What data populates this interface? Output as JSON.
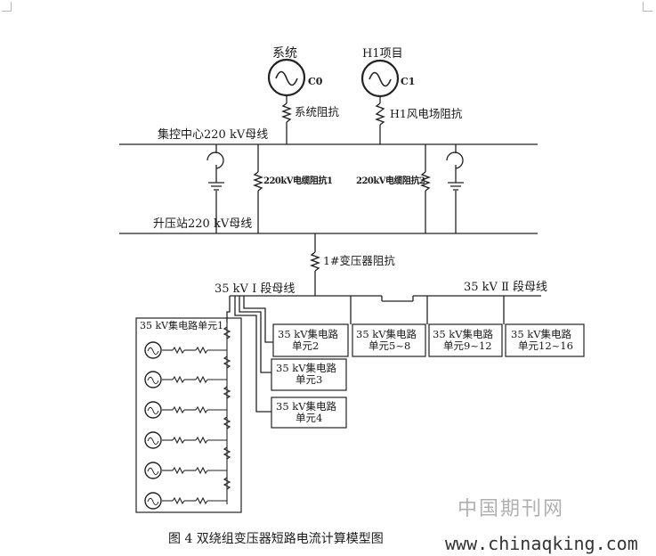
{
  "sources": {
    "system": {
      "label": "系统",
      "code": "C0",
      "impedance": "系统阻抗"
    },
    "project": {
      "label": "H1项目",
      "code": "C1",
      "impedance": "H1风电场阻抗"
    }
  },
  "buses": {
    "center": "集控中心220 kV母线",
    "station": "升压站220 kV母线",
    "seg1": "35 kV Ⅰ 段母线",
    "seg2": "35 kV Ⅱ 段母线"
  },
  "cables": {
    "cable1": "220kV电缆阻抗1",
    "cable2": "220kV电缆阻抗2"
  },
  "transformer": "1#变压器阻抗",
  "units": {
    "u1_title": "35 kV集电路单元1",
    "u2": [
      "35 kV集电路",
      "单元2"
    ],
    "u3": [
      "35 kV集电路",
      "单元3"
    ],
    "u4": [
      "35 kV集电路",
      "单元4"
    ],
    "u5_8": [
      "35 kV集电路",
      "单元5~8"
    ],
    "u9_12": [
      "35 kV集电路",
      "单元9~12"
    ],
    "u12_16": [
      "35 kV集电路",
      "单元12~16"
    ]
  },
  "caption": "图 4 双绕组变压器短路电流计算模型图",
  "watermark": {
    "cn": "中国期刊网",
    "url": "www.chinaqking.com"
  }
}
